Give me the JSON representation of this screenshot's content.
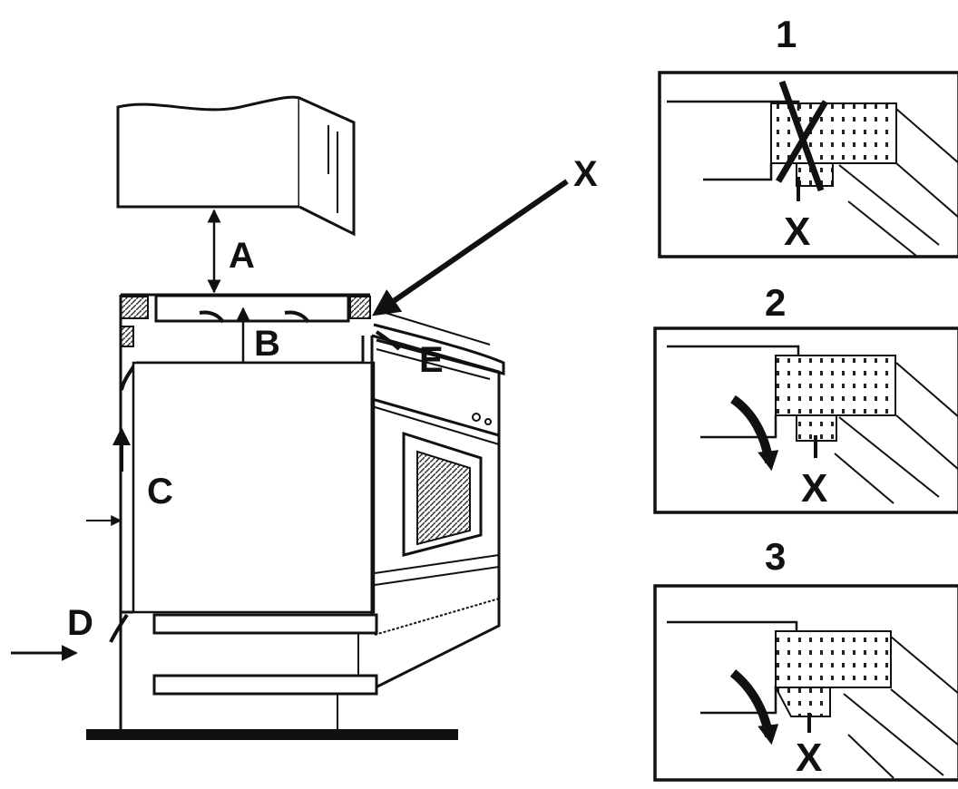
{
  "main_diagram": {
    "labels": {
      "a": "A",
      "b": "B",
      "c": "C",
      "d": "D",
      "e": "E",
      "x": "X"
    }
  },
  "panels": [
    {
      "number": "1",
      "marker": "X",
      "state": "incorrect"
    },
    {
      "number": "2",
      "marker": "X",
      "state": "correct"
    },
    {
      "number": "3",
      "marker": "X",
      "state": "correct"
    }
  ],
  "colors": {
    "line": "#111111",
    "background": "#ffffff"
  }
}
